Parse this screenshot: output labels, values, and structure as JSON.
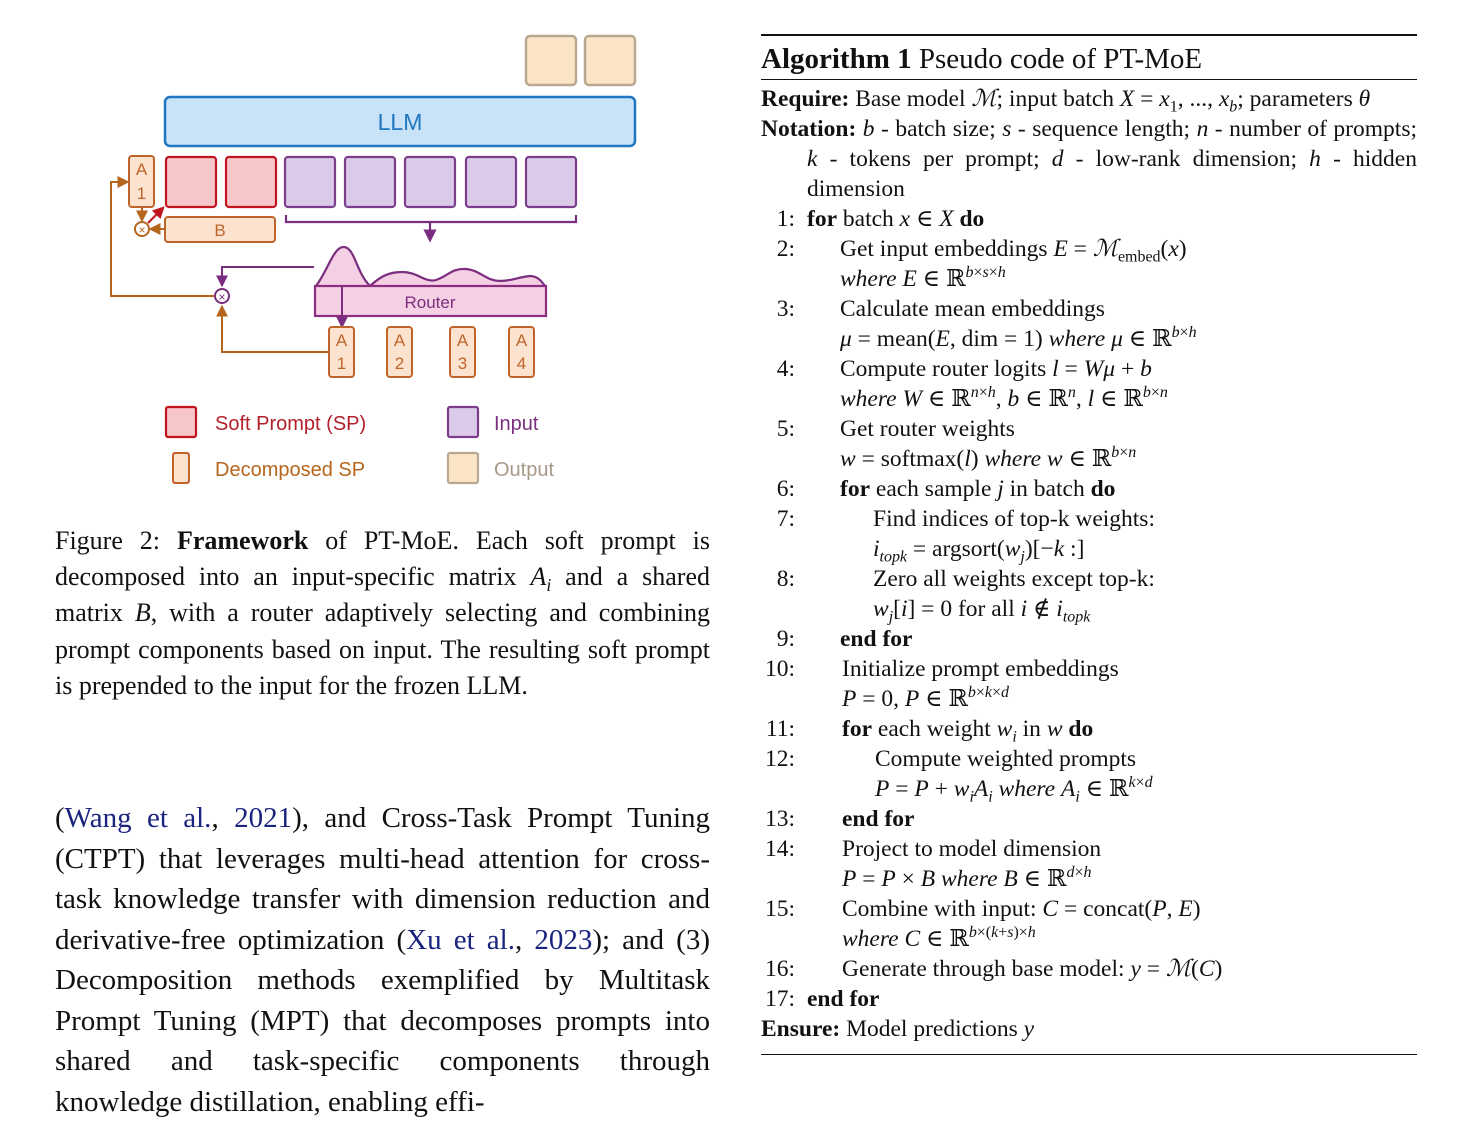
{
  "figure": {
    "llm_label": "LLM",
    "router_label": "Router",
    "a1_label": [
      "A",
      "1"
    ],
    "b_label": "B",
    "router_outputs": [
      {
        "letter": "A",
        "index": "1"
      },
      {
        "letter": "A",
        "index": "2"
      },
      {
        "letter": "A",
        "index": "3"
      },
      {
        "letter": "A",
        "index": "4"
      }
    ],
    "multiply_symbol": "⊗",
    "legend": {
      "soft_prompt": "Soft Prompt (SP)",
      "input": "Input",
      "decomposed_sp": "Decomposed SP",
      "output": "Output"
    },
    "colors": {
      "llm_fill": "#c8e2f7",
      "llm_stroke": "#1f77c0",
      "soft_prompt_fill": "#f7c6c9",
      "soft_prompt_stroke": "#c0141f",
      "input_fill": "#dccbe8",
      "input_stroke": "#7b3d8c",
      "output_fill": "#fbe5c6",
      "output_stroke": "#b9a890",
      "decomposed_fill": "#fbe3cf",
      "decomposed_stroke": "#c0652a",
      "router_fill": "#f5cfe4",
      "router_stroke": "#8c2e7f"
    }
  },
  "caption": {
    "prefix": "Figure 2: ",
    "bold": "Framework",
    "t1": " of PT-MoE. Each soft prompt is decomposed into an input-specific matrix ",
    "t2": " and a shared matrix ",
    "t3": ", with a router adaptively selecting and combining prompt components based on input. The resulting soft prompt is prepended to the input for the frozen LLM.",
    "sym_A": "A",
    "sym_i": "i",
    "sym_B": "B"
  },
  "body": {
    "p1_open": "(",
    "cite1_author": "Wang et al.",
    "cite_sep": ", ",
    "cite1_year": "2021",
    "p1_a": "), and Cross-Task Prompt Tuning (CTPT) that leverages multi-head attention for cross-task knowledge transfer with dimension reduction and derivative-free optimization (",
    "cite2_author": "Xu et al.",
    "cite2_year": "2023",
    "p1_b": "); and (3) Decomposition methods exemplified by Multitask Prompt Tuning (MPT) that decomposes prompts into shared and task-specific components through knowledge distillation, enabling effi-"
  },
  "algorithm": {
    "label": "Algorithm 1",
    "title": " Pseudo code of PT-MoE",
    "require_kw": "Require:",
    "ensure_kw": "Ensure:",
    "notation_kw": "Notation:",
    "kw_for": "for",
    "kw_do": "do",
    "kw_end_for": "end for",
    "where": "where",
    "lines": [
      {
        "n": "1:"
      },
      {
        "n": "2:"
      },
      {
        "n": "3:"
      },
      {
        "n": "4:"
      },
      {
        "n": "5:"
      },
      {
        "n": "6:"
      },
      {
        "n": "7:"
      },
      {
        "n": "8:"
      },
      {
        "n": "9:"
      },
      {
        "n": "10:"
      },
      {
        "n": "11:"
      },
      {
        "n": "12:"
      },
      {
        "n": "13:"
      },
      {
        "n": "14:"
      },
      {
        "n": "15:"
      },
      {
        "n": "16:"
      },
      {
        "n": "17:"
      }
    ],
    "text": {
      "req_1": " Base model ",
      "req_2": "; input batch ",
      "req_3": "; parameters ",
      "not_b": " - batch size; ",
      "not_s": " - sequence length; ",
      "not_n": " - number of prompts; ",
      "not_k": " - tokens per prompt; ",
      "not_d": " - low-rank dimension; ",
      "not_h": " - hidden dimension",
      "l1": " batch ",
      "l2": "Get input embeddings ",
      "l3": "Calculate mean embeddings",
      "l4": "Compute router logits ",
      "l5": "Get router weights",
      "l6a": " each sample ",
      "l6b": " in batch ",
      "l7": "Find indices of top-k weights:",
      "l8": "Zero all weights except top-k:",
      "l8b": " for all ",
      "l10": "Initialize prompt embeddings",
      "l11a": " each weight ",
      "l11b": " in ",
      "l12": "Compute weighted prompts",
      "l14": "Project to model dimension",
      "l15": "Combine with input: ",
      "l16": "Generate through base model: ",
      "ensure": " Model predictions "
    }
  }
}
